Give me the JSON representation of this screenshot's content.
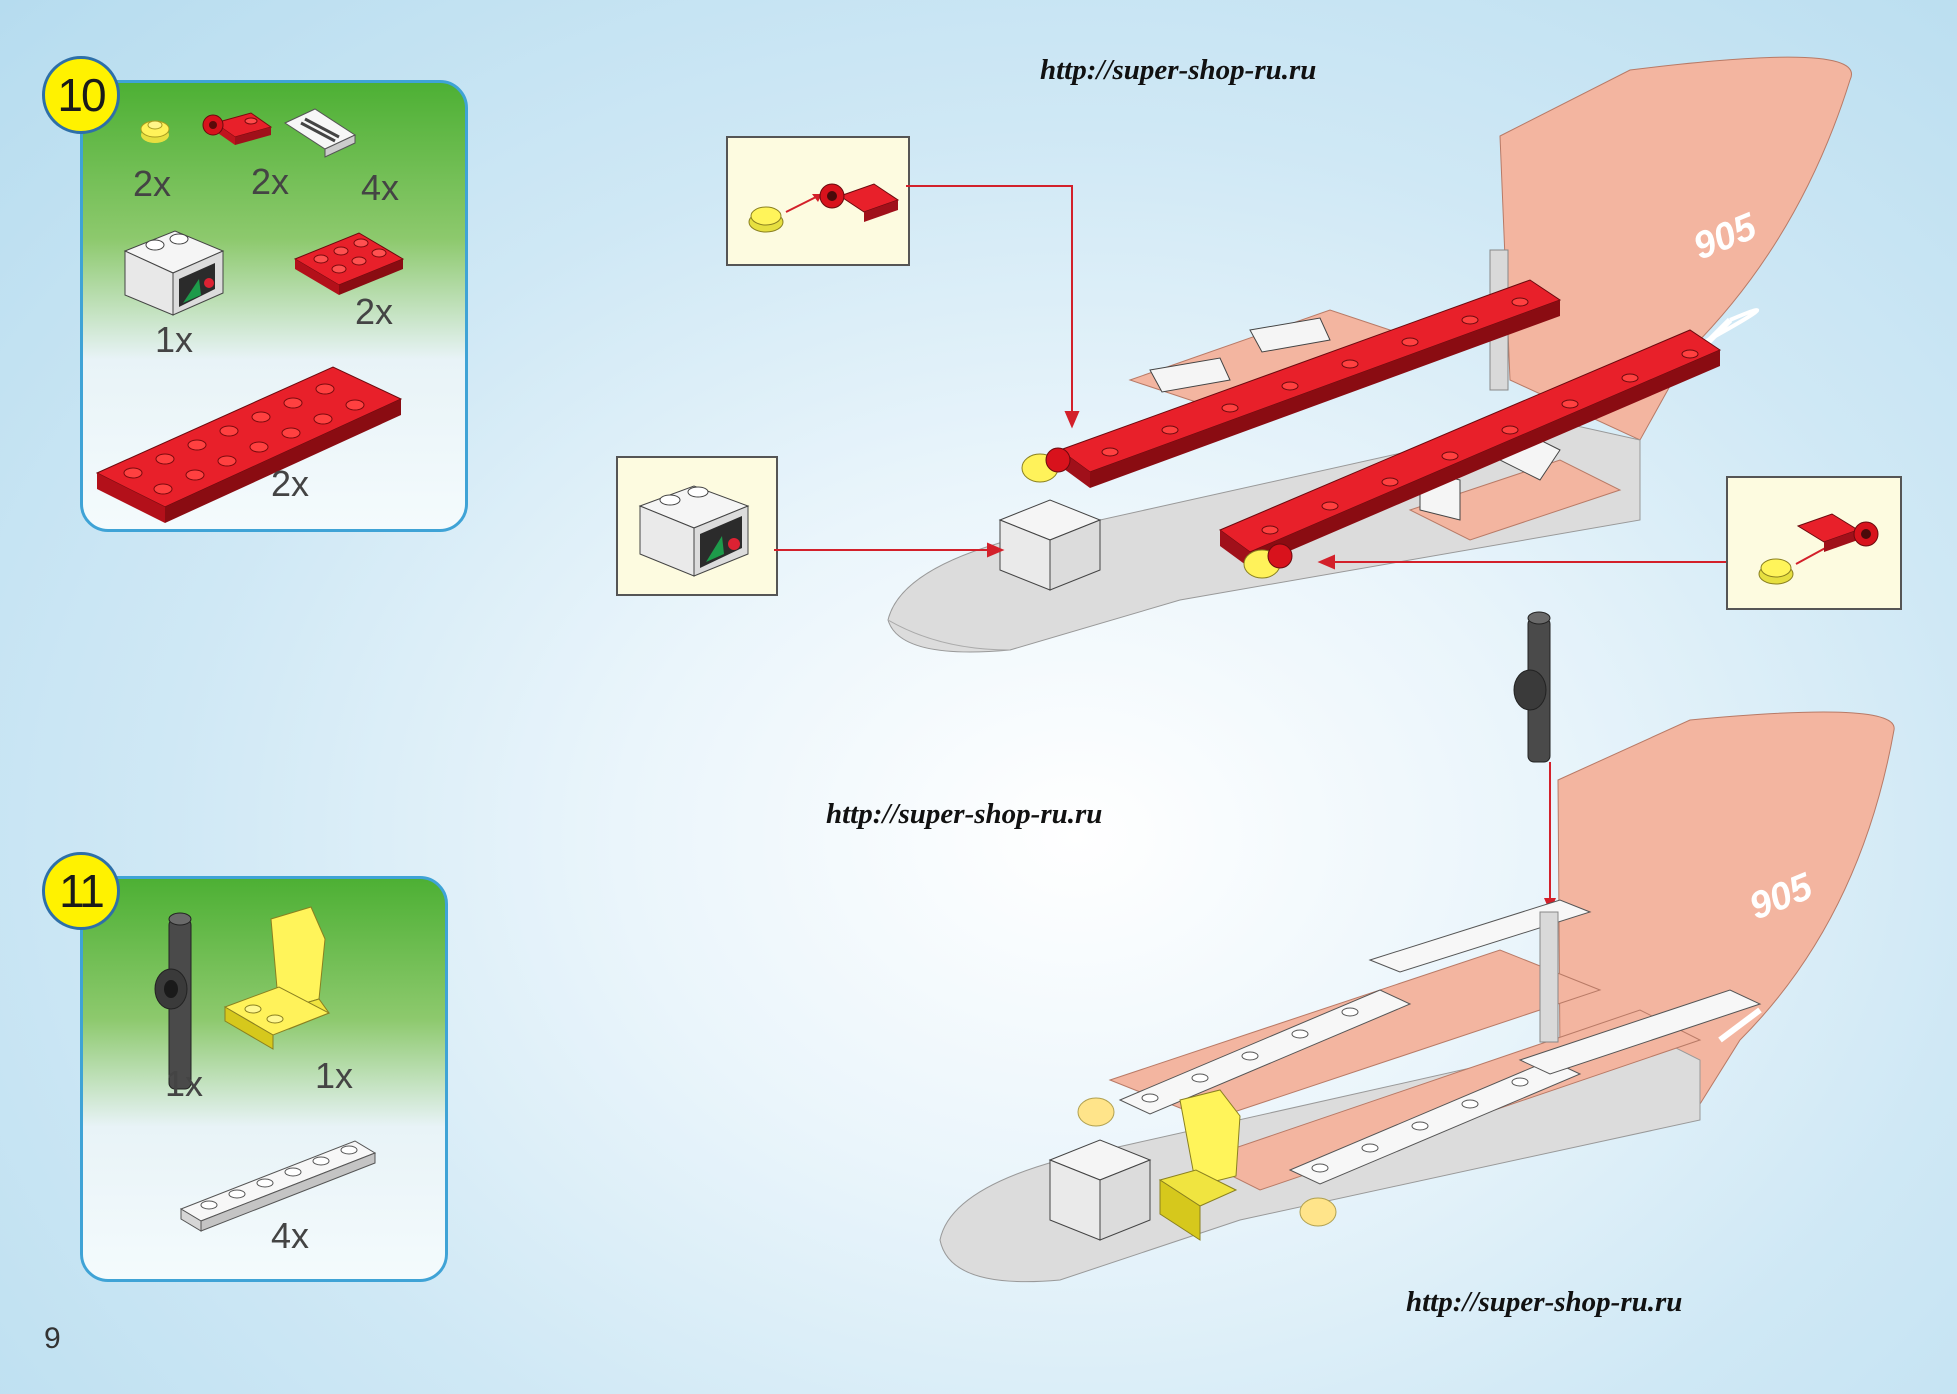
{
  "page": {
    "number": "9"
  },
  "watermarks": [
    "http://super-shop-ru.ru",
    "http://super-shop-ru.ru",
    "http://super-shop-ru.ru"
  ],
  "step10": {
    "number": "10",
    "parts": [
      {
        "name": "yellow-round-plate-1x1",
        "qty": "2x"
      },
      {
        "name": "red-plate-with-clip",
        "qty": "2x"
      },
      {
        "name": "white-grille-slope",
        "qty": "4x"
      },
      {
        "name": "white-radar-console-slope",
        "qty": "1x"
      },
      {
        "name": "red-plate-2x3",
        "qty": "2x"
      },
      {
        "name": "red-plate-2x8",
        "qty": "2x"
      }
    ]
  },
  "step11": {
    "number": "11",
    "parts": [
      {
        "name": "dark-gray-axle-connector",
        "qty": "1x"
      },
      {
        "name": "yellow-seat",
        "qty": "1x"
      },
      {
        "name": "white-plate-1x6",
        "qty": "4x"
      }
    ]
  },
  "model": {
    "hull_number": "905"
  },
  "colors": {
    "panel_border": "#3fa3d6",
    "badge": "#fff200",
    "red": "#d8121c",
    "salmon": "#f3b5a0",
    "arrow": "#d3202a"
  }
}
